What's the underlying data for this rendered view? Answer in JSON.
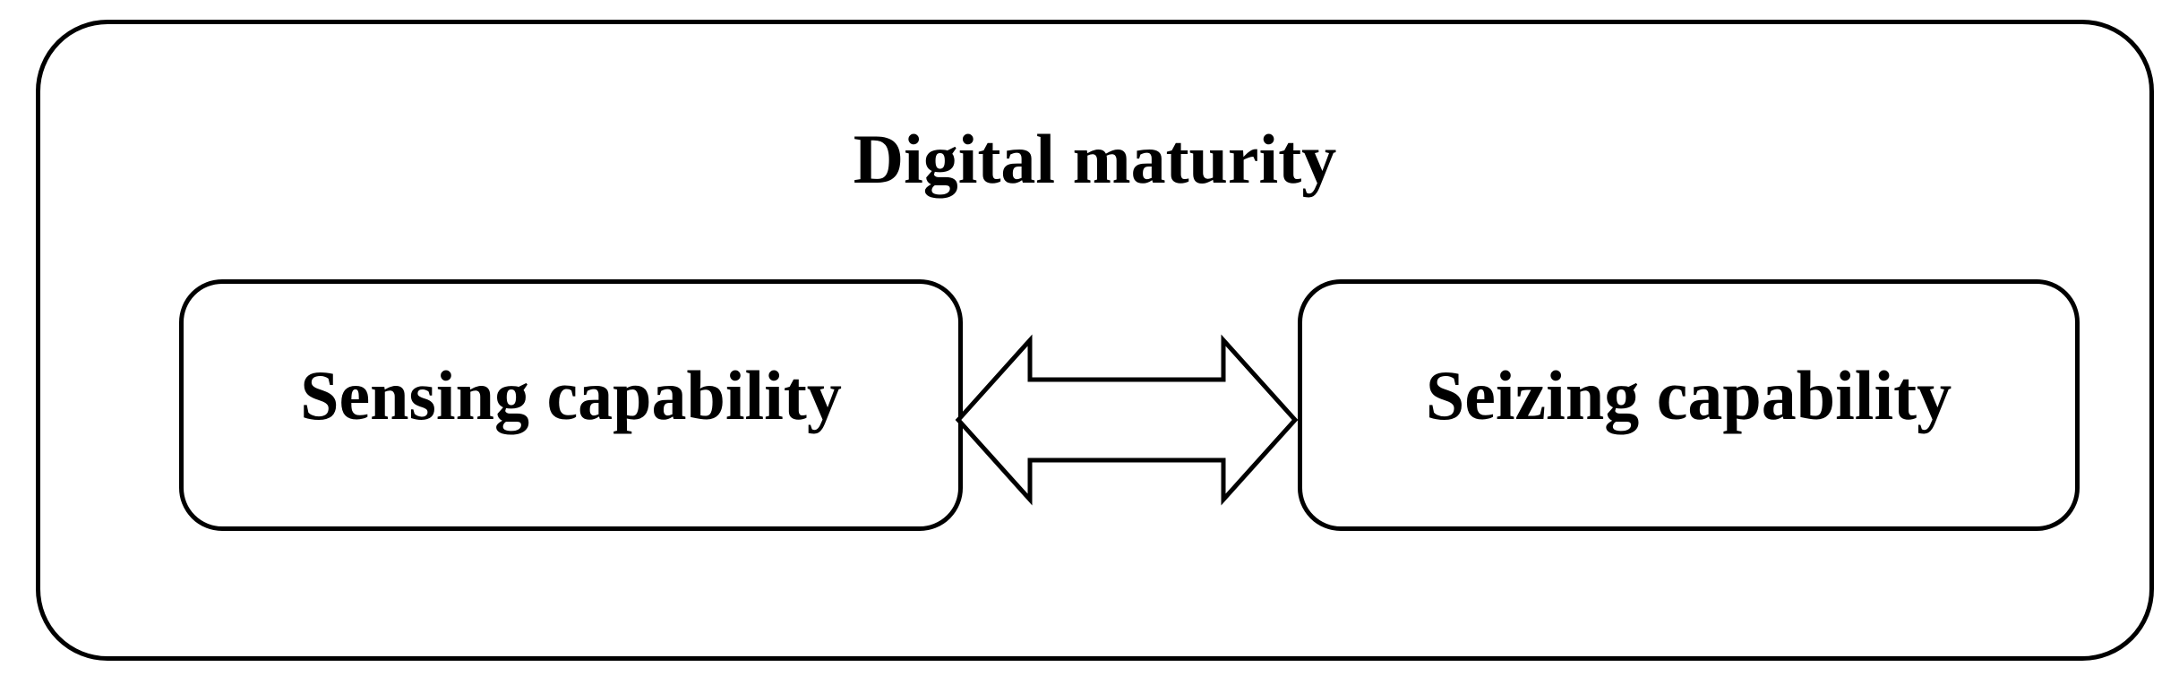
{
  "figure": {
    "title": "Digital maturity",
    "boxes": [
      {
        "label": "Sensing capability"
      },
      {
        "label": "Seizing capability"
      }
    ],
    "connector": {
      "icon": "double-headed-arrow"
    },
    "colors": {
      "stroke": "#000000",
      "fill": "#ffffff",
      "text": "#000000"
    }
  }
}
